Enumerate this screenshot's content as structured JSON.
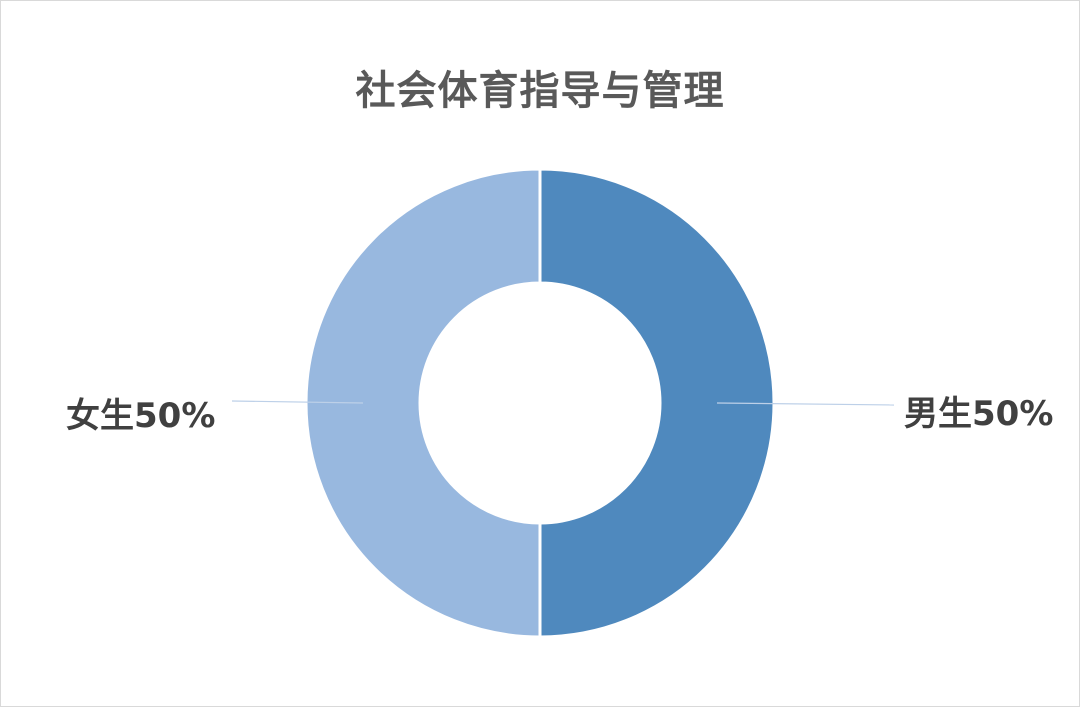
{
  "chart_data": {
    "type": "pie",
    "variant": "donut",
    "title": "社会体育指导与管理",
    "categories": [
      "男生",
      "女生"
    ],
    "values": [
      50,
      50
    ],
    "labels": [
      "男生50%",
      "女生50%"
    ],
    "colors": [
      "#4f89be",
      "#98b8df"
    ],
    "legend": "none"
  }
}
